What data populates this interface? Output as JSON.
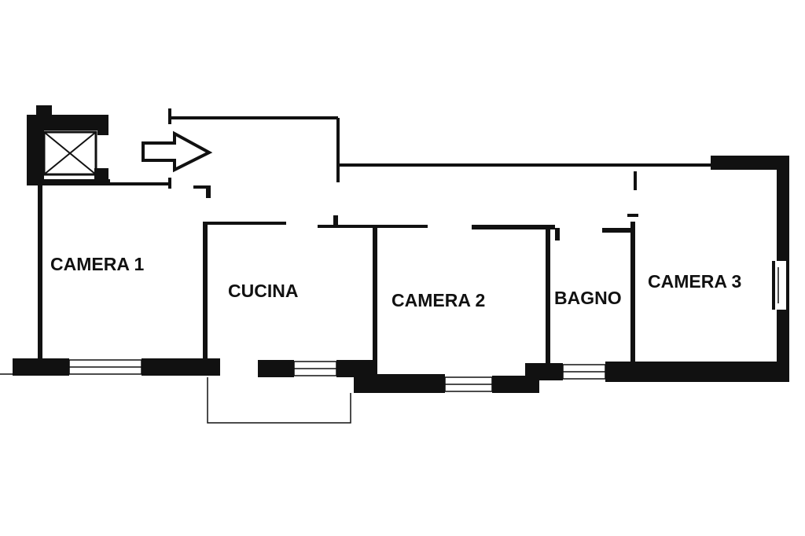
{
  "colors": {
    "wall": "#111111",
    "background": "#ffffff"
  },
  "icons": {
    "entrance": "entrance-arrow-icon",
    "shaft": "elevator-shaft-icon"
  },
  "rooms": {
    "camera1": "CAMERA 1",
    "cucina": "CUCINA",
    "camera2": "CAMERA 2",
    "bagno": "BAGNO",
    "camera3": "CAMERA 3"
  }
}
